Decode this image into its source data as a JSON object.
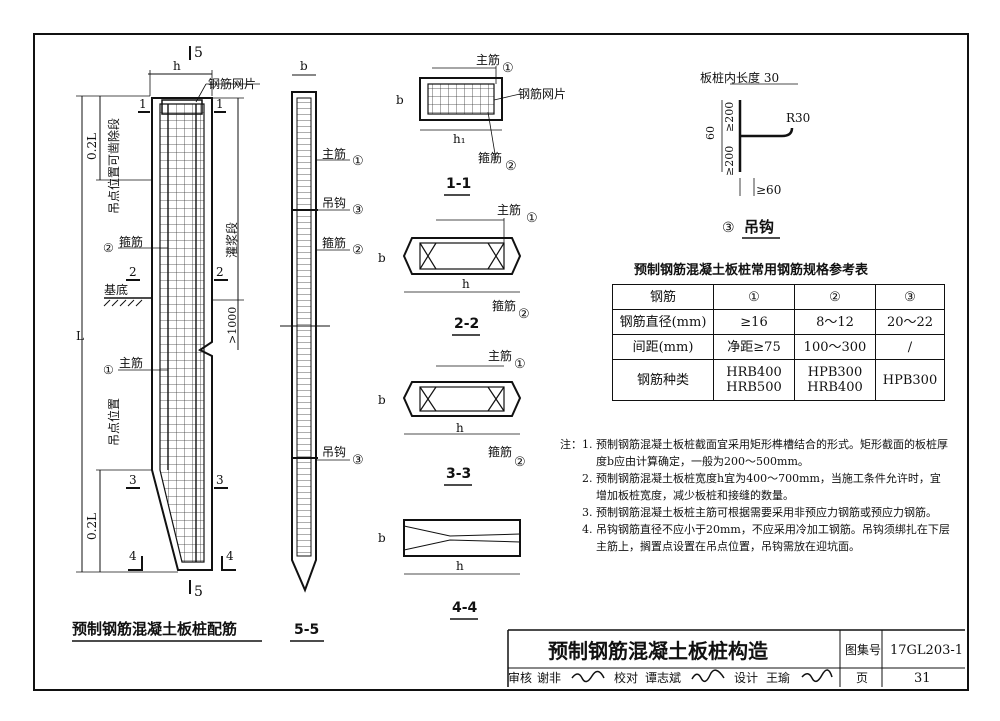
{
  "sheet": {
    "main_title": "预制钢筋混凝土板桩构造",
    "atlas_label": "图集号",
    "atlas_no": "17GL203-1",
    "page_label": "页",
    "page_no": "31",
    "review_label": "审核",
    "reviewer": "谢非",
    "check_label": "校对",
    "checker": "谭志斌",
    "design_label": "设计",
    "designer": "王瑜"
  },
  "elevation": {
    "caption": "预制钢筋混凝土板桩配筋",
    "dim_h": "h",
    "dim_L": "L",
    "dim_02L_top": "0.2L",
    "dim_02L_bottom": "0.2L",
    "pour_zone": "灌浆段",
    "gt1000": ">1000",
    "lifting_removable": "吊点位置可凿除段",
    "lifting_point": "吊点位置",
    "base": "基底",
    "mesh": "钢筋网片",
    "stirrup": "箍筋",
    "main_bar": "主筋",
    "cut_marks": [
      "1",
      "1",
      "2",
      "2",
      "3",
      "3",
      "4",
      "4"
    ],
    "sec5_top": "5",
    "sec5_bottom": "5",
    "circ1": "①",
    "circ2": "②",
    "circ3": "③"
  },
  "section55": {
    "caption": "5-5",
    "dim_b": "b",
    "main_bar": "主筋",
    "hook": "吊钩",
    "stirrup": "箍筋",
    "hook2": "吊钩"
  },
  "sections": {
    "s11": {
      "caption": "1-1",
      "main": "主筋",
      "mesh": "钢筋网片",
      "stirrup": "箍筋",
      "b": "b",
      "h1": "h₁"
    },
    "s22": {
      "caption": "2-2",
      "main": "主筋",
      "stirrup": "箍筋",
      "b": "b",
      "h": "h"
    },
    "s33": {
      "caption": "3-3",
      "main": "主筋",
      "stirrup": "箍筋",
      "b": "b",
      "h": "h"
    },
    "s44": {
      "caption": "4-4",
      "b": "b",
      "h": "h"
    }
  },
  "hook_detail": {
    "caption": "吊钩",
    "embed_len": "板桩内长度 30",
    "r30": "R30",
    "d200a": "≥200",
    "d200b": "≥200",
    "d60": "60",
    "d60b": "≥60"
  },
  "spec_table": {
    "title": "预制钢筋混凝土板桩常用钢筋规格参考表",
    "header": [
      "钢筋",
      "①",
      "②",
      "③"
    ],
    "rows": [
      [
        "钢筋直径(mm)",
        "≥16",
        "8～12",
        "20～22"
      ],
      [
        "间距(mm)",
        "净距≥75",
        "100～300",
        "/"
      ],
      [
        "钢筋种类",
        "HRB400\nHRB500",
        "HPB300\nHRB400",
        "HPB300"
      ]
    ]
  },
  "notes": {
    "lead": "注：",
    "items": [
      "预制钢筋混凝土板桩截面宜采用矩形榫槽结合的形式。矩形截面的板桩厚度b应由计算确定，一般为200～500mm。",
      "预制钢筋混凝土板桩宽度h宜为400～700mm，当施工条件允许时，宜增加板桩宽度，减少板桩和接缝的数量。",
      "预制钢筋混凝土板桩主筋可根据需要采用非预应力钢筋或预应力钢筋。",
      "吊钩钢筋直径不应小于20mm，不应采用冷加工钢筋。吊钩须绑扎在下层主筋上，搁置点设置在吊点位置，吊钩需放在迎坑面。"
    ]
  }
}
